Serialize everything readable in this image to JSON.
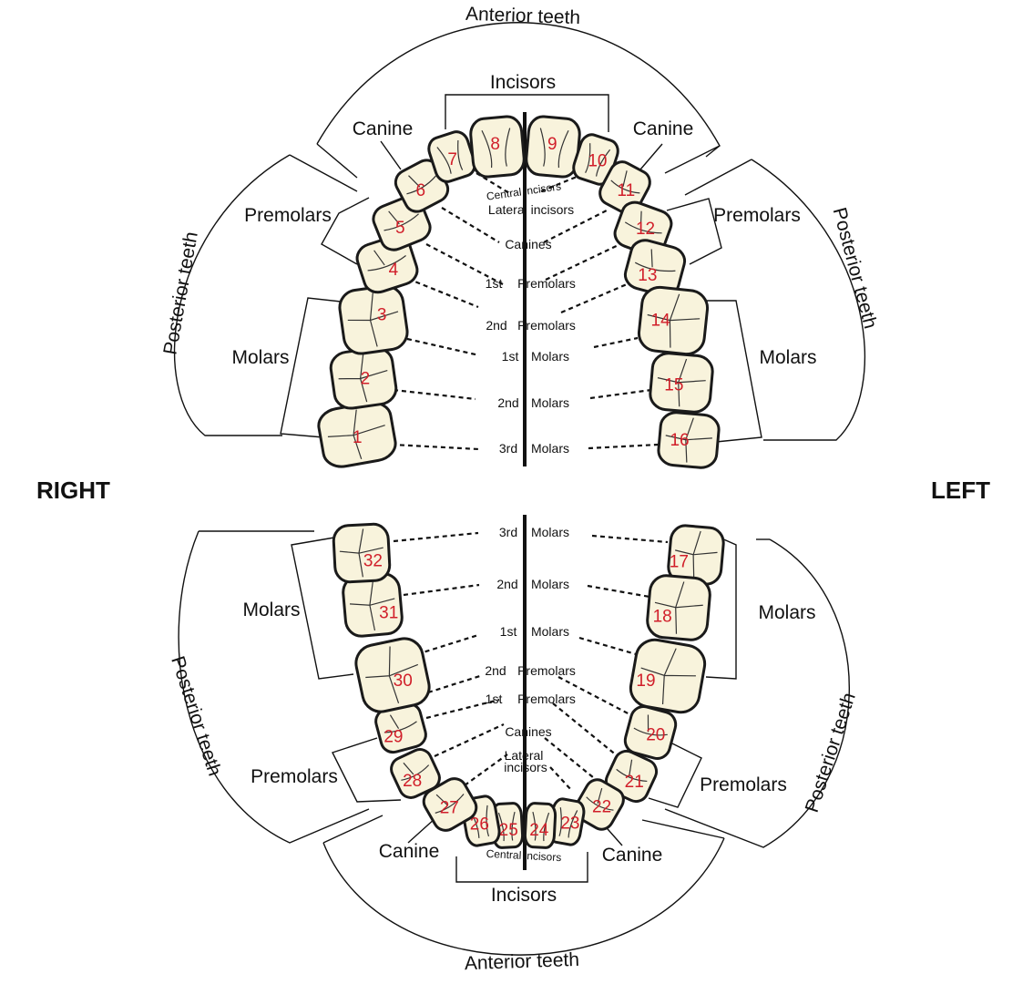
{
  "colors": {
    "tooth_fill": "#f8f3dc",
    "tooth_number": "#d11f2a",
    "line": "#111111"
  },
  "sides": {
    "right": "RIGHT",
    "left": "LEFT"
  },
  "upper": {
    "anterior": "Anterior teeth",
    "posterior": "Posterior teeth",
    "incisors": "Incisors",
    "canine": "Canine",
    "premolars": "Premolars",
    "molars": "Molars",
    "central_incisors": "Central incisors",
    "lateral_incisors": "Lateral incisors",
    "canines": "Canines",
    "rows": [
      {
        "ord": "1st",
        "type": "Premolars"
      },
      {
        "ord": "2nd",
        "type": "Premolars"
      },
      {
        "ord": "1st",
        "type": "Molars"
      },
      {
        "ord": "2nd",
        "type": "Molars"
      },
      {
        "ord": "3rd",
        "type": "Molars"
      }
    ]
  },
  "lower": {
    "anterior": "Anterior teeth",
    "posterior": "Posterior teeth",
    "incisors": "Incisors",
    "canine": "Canine",
    "premolars": "Premolars",
    "molars": "Molars",
    "central_incisors": "Central incisors",
    "lateral_line1": "Lateral",
    "lateral_line2": "incisors",
    "canines": "Canines",
    "rows": [
      {
        "ord": "3rd",
        "type": "Molars"
      },
      {
        "ord": "2nd",
        "type": "Molars"
      },
      {
        "ord": "1st",
        "type": "Molars"
      },
      {
        "ord": "2nd",
        "type": "Premolars"
      },
      {
        "ord": "1st",
        "type": "Premolars"
      }
    ]
  },
  "teeth": [
    "1",
    "2",
    "3",
    "4",
    "5",
    "6",
    "7",
    "8",
    "9",
    "10",
    "11",
    "12",
    "13",
    "14",
    "15",
    "16",
    "17",
    "18",
    "19",
    "20",
    "21",
    "22",
    "23",
    "24",
    "25",
    "26",
    "27",
    "28",
    "29",
    "30",
    "31",
    "32"
  ]
}
